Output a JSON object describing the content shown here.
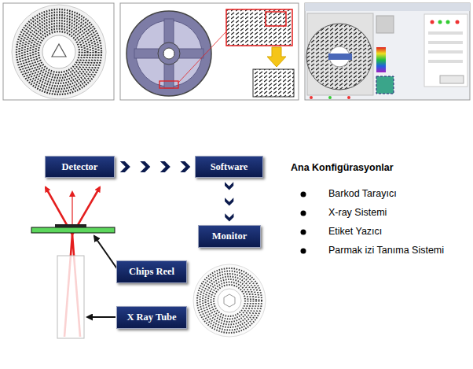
{
  "diagram": {
    "title": "Ana Konfigürasyonlar",
    "nodes": [
      {
        "text": [
          "Detector"
        ]
      },
      {
        "text": [
          "Software"
        ]
      },
      {
        "text": [
          "Monitor"
        ]
      },
      {
        "text": [
          "Chips Reel"
        ]
      },
      {
        "text": [
          "X Ray Tube"
        ]
      }
    ],
    "edges": [
      {
        "from": 0,
        "to": 1,
        "arrow": "to"
      },
      {
        "from": 1,
        "to": 2,
        "arrow": "to"
      }
    ],
    "labels": [
      "Barkod Tarayıcı",
      "X-ray Sistemi",
      "Etiket Yazıcı",
      "Parmak izi Tanıma Sistemi"
    ]
  }
}
